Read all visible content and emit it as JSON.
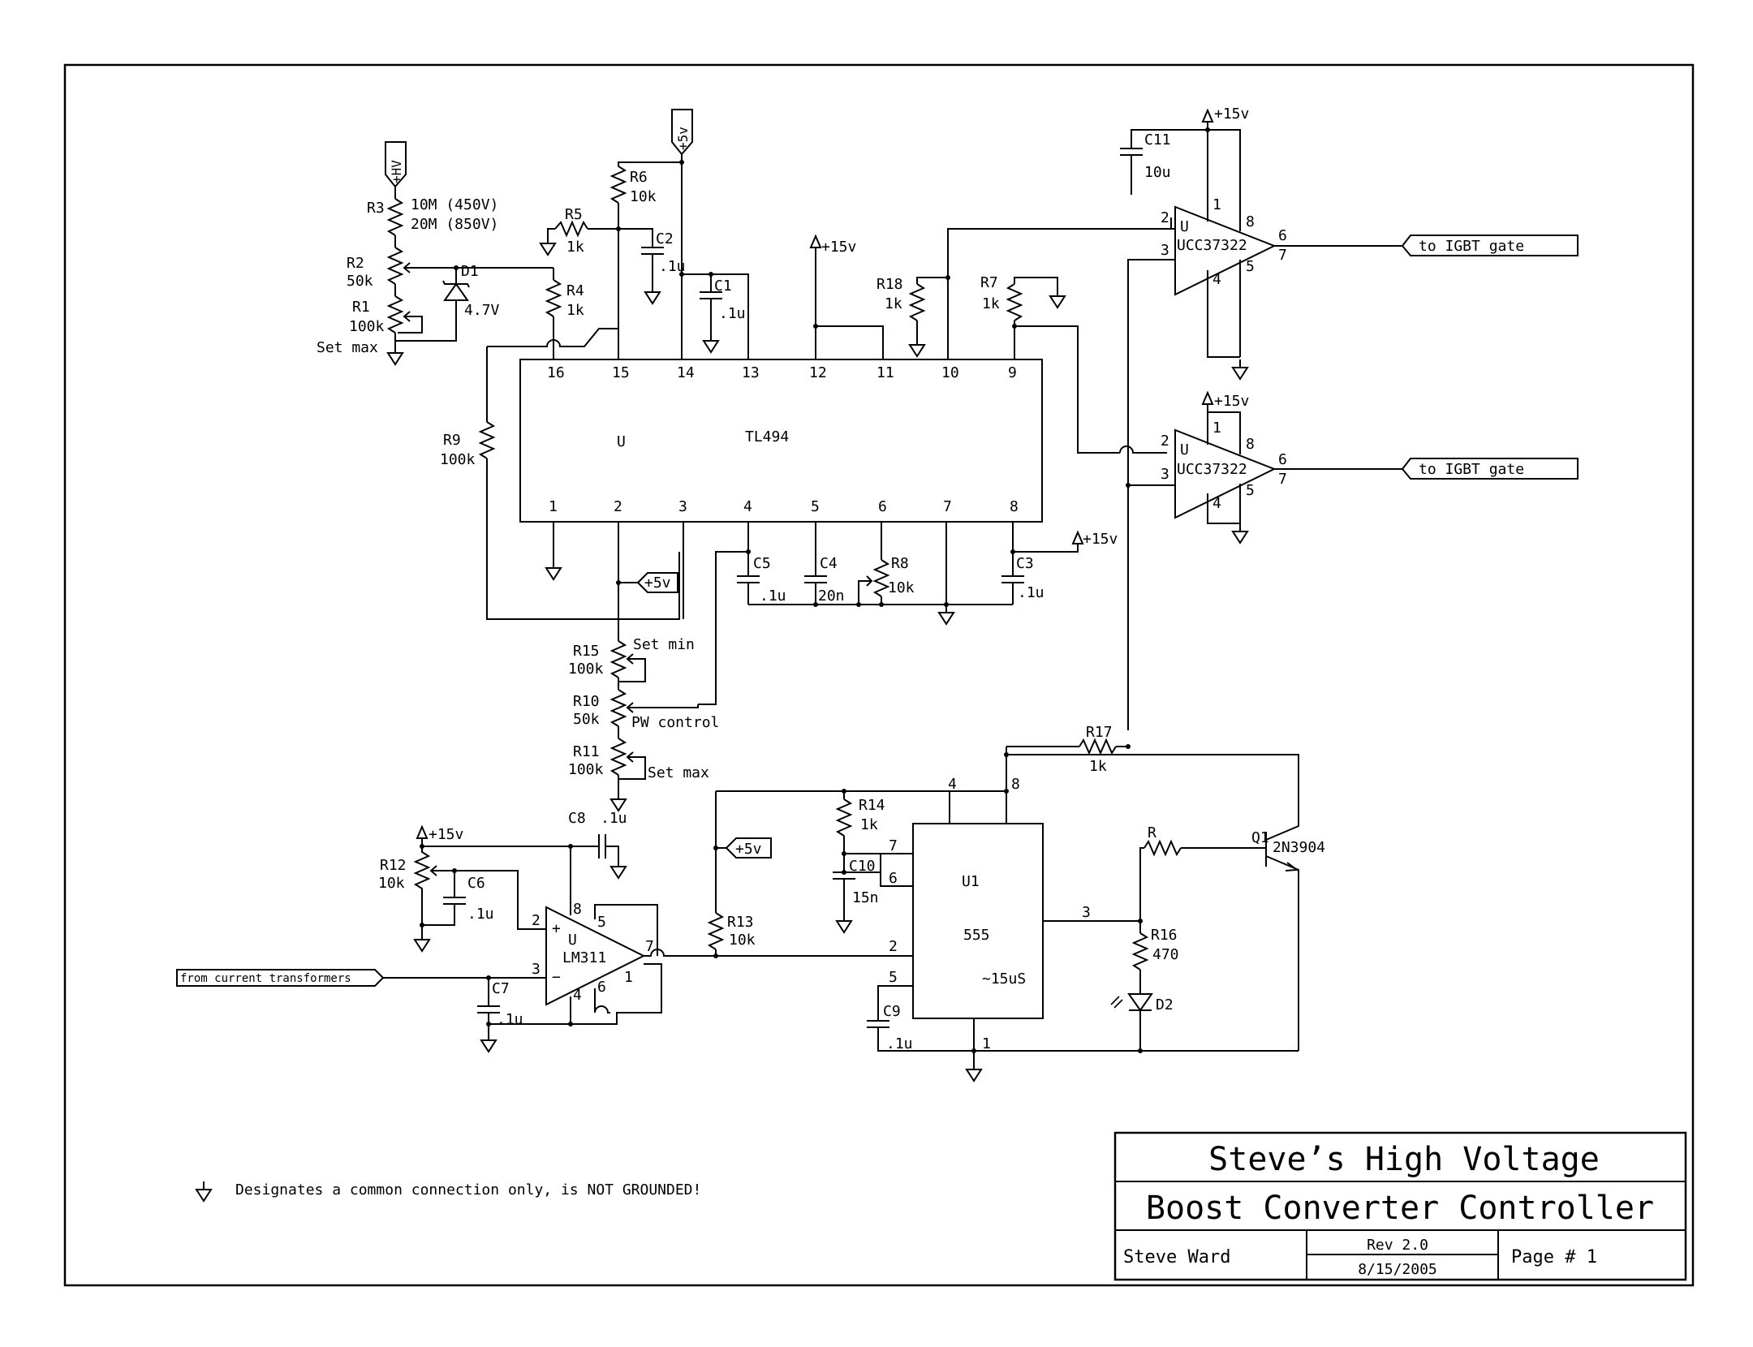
{
  "title_block": {
    "line1": "Steve’s High Voltage",
    "line2": "Boost Converter Controller",
    "author": "Steve Ward",
    "rev": "Rev 2.0",
    "date": "8/15/2005",
    "page": "Page # 1"
  },
  "note": "Designates a common connection only, is NOT GROUNDED!",
  "ports": {
    "hv": "+HV",
    "v5_top": "+5v",
    "v5_mid": "+5v",
    "v5_low": "+5v",
    "igbt1": "to IGBT gate",
    "igbt2": "to IGBT gate",
    "ct": "from current transformers"
  },
  "rails": {
    "p15_a": "+15v",
    "p15_b": "+15v",
    "p15_c": "+15v",
    "p15_d": "+15v",
    "p15_e": "+15v"
  },
  "ics": {
    "tl494": {
      "ref": "U",
      "name": "TL494",
      "pins_top": [
        "16",
        "15",
        "14",
        "13",
        "12",
        "11",
        "10",
        "9"
      ],
      "pins_bottom": [
        "1",
        "2",
        "3",
        "4",
        "5",
        "6",
        "7",
        "8"
      ]
    },
    "ucc1": {
      "ref": "U",
      "name": "UCC37322",
      "p2": "2",
      "p3": "3",
      "p1": "1",
      "p8": "8",
      "p6": "6",
      "p7": "7",
      "p5": "5",
      "p4": "4"
    },
    "ucc2": {
      "ref": "U",
      "name": "UCC37322",
      "p2": "2",
      "p3": "3",
      "p1": "1",
      "p8": "8",
      "p6": "6",
      "p7": "7",
      "p5": "5",
      "p4": "4"
    },
    "lm311": {
      "ref": "U",
      "name": "LM311",
      "plus": "+",
      "minus": "−",
      "p2": "2",
      "p3": "3",
      "p8": "8",
      "p5": "5",
      "p7": "7",
      "p4": "4",
      "p6": "6",
      "p1": "1"
    },
    "u555": {
      "ref": "U1",
      "name": "555",
      "note": "~15uS",
      "p4": "4",
      "p8": "8",
      "p7": "7",
      "p6": "6",
      "p2": "2",
      "p5": "5",
      "p3": "3",
      "p1": "1"
    }
  },
  "parts": {
    "R3": {
      "ref": "R3",
      "v1": "10M (450V)",
      "v2": "20M (850V)"
    },
    "R2": {
      "ref": "R2",
      "val": "50k"
    },
    "R1": {
      "ref": "R1",
      "val": "100k",
      "note": "Set max"
    },
    "D1": {
      "ref": "D1",
      "val": "4.7V"
    },
    "R4": {
      "ref": "R4",
      "val": "1k"
    },
    "R5": {
      "ref": "R5",
      "val": "1k"
    },
    "R6": {
      "ref": "R6",
      "val": "10k"
    },
    "C2": {
      "ref": "C2",
      "val": ".1u"
    },
    "C1": {
      "ref": "C1",
      "val": ".1u"
    },
    "R18": {
      "ref": "R18",
      "val": "1k"
    },
    "R7": {
      "ref": "R7",
      "val": "1k"
    },
    "C11": {
      "ref": "C11",
      "val": "10u"
    },
    "R9": {
      "ref": "R9",
      "val": "100k"
    },
    "C5": {
      "ref": "C5",
      "val": ".1u"
    },
    "C4": {
      "ref": "C4",
      "val": "20n"
    },
    "R8": {
      "ref": "R8",
      "val": "10k"
    },
    "C3": {
      "ref": "C3",
      "val": ".1u"
    },
    "R15": {
      "ref": "R15",
      "val": "100k",
      "note": "Set min"
    },
    "R10": {
      "ref": "R10",
      "val": "50k",
      "note": "PW control"
    },
    "R11": {
      "ref": "R11",
      "val": "100k",
      "note": "Set max"
    },
    "C8": {
      "ref": "C8",
      "val": ".1u"
    },
    "R12": {
      "ref": "R12",
      "val": "10k"
    },
    "C6": {
      "ref": "C6",
      "val": ".1u"
    },
    "C7": {
      "ref": "C7",
      "val": ".1u"
    },
    "R13": {
      "ref": "R13",
      "val": "10k"
    },
    "R14": {
      "ref": "R14",
      "val": "1k"
    },
    "C10": {
      "ref": "C10",
      "val": "15n"
    },
    "C9": {
      "ref": "C9",
      "val": ".1u"
    },
    "R17": {
      "ref": "R17",
      "val": "1k"
    },
    "R": {
      "ref": "R"
    },
    "Q1": {
      "ref": "Q1",
      "val": "2N3904"
    },
    "R16": {
      "ref": "R16",
      "val": "470"
    },
    "D2": {
      "ref": "D2"
    }
  }
}
